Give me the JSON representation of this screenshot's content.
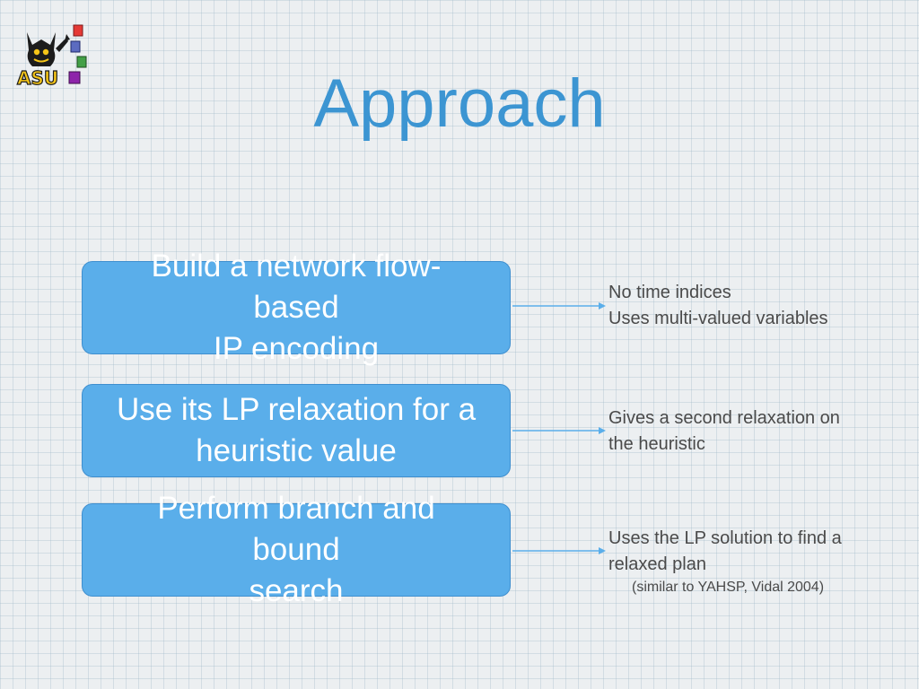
{
  "slide": {
    "title": "Approach",
    "logo": {
      "text": "ASU",
      "icon": "devil-mascot-icon"
    },
    "steps": [
      {
        "text": "Build a network flow-\nbased\nIP encoding",
        "note": "No time indices\nUses multi-valued variables"
      },
      {
        "text": "Use its LP relaxation for a\nheuristic value",
        "note": "Gives a second relaxation on\nthe heuristic"
      },
      {
        "text": "Perform branch and\nbound\nsearch",
        "note": "Uses the LP solution to find a\nrelaxed plan",
        "subnote": "(similar to YAHSP, Vidal 2004)"
      }
    ]
  },
  "colors": {
    "title": "#3c95d2",
    "box_fill": "#5aaeea",
    "box_border": "#3f8fcf",
    "box_text": "#ffffff",
    "note_text": "#4a4a4a",
    "connector": "#5aaeea"
  }
}
